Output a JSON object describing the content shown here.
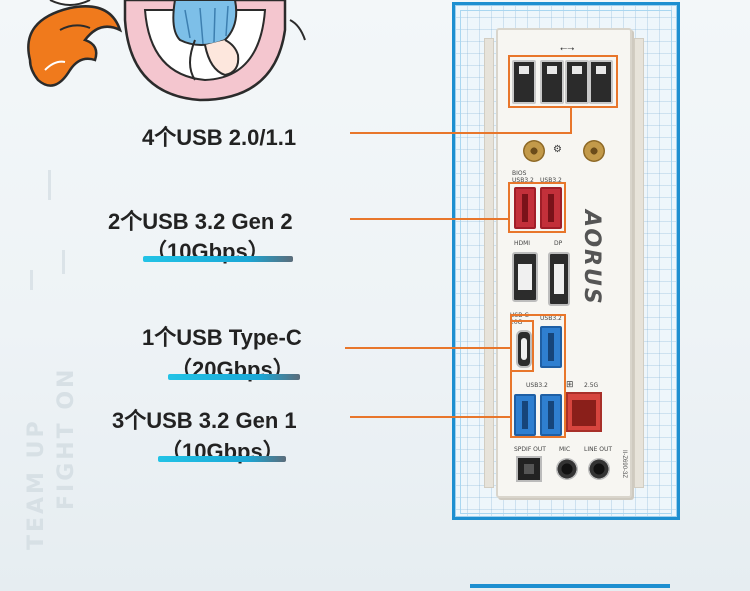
{
  "labels": {
    "usb20": "4个USB 2.0/1.1",
    "usb32g2": "2个USB 3.2 Gen 2",
    "usb32g2_speed": "（10Gbps）",
    "usbc": "1个USB Type-C",
    "usbc_speed": "（20Gbps）",
    "usb32g1": "3个USB 3.2 Gen 1",
    "usb32g1_speed": "（10Gbps）"
  },
  "panel": {
    "brand": "AORUS",
    "model": "II-Z690-3Z",
    "port_labels": {
      "bios": "BIOS",
      "usb32_a": "USB3.2",
      "usb32_b": "USB3.2",
      "hdmi": "HDMI",
      "dp": "DP",
      "usbc": "USB-C",
      "usbc_speed": "20G",
      "usb32_c": "USB3.2",
      "usb32_d": "USB3.2",
      "lan": "2.5G",
      "spdif": "SPDIF OUT",
      "mic": "MIC",
      "line_out": "LINE OUT"
    }
  },
  "background": {
    "text_a": "TEAM UP",
    "text_b": "FIGHT ON"
  },
  "colors": {
    "accent": "#e8762b",
    "frame": "#1e8fd0",
    "underline": "#22c3e6"
  }
}
